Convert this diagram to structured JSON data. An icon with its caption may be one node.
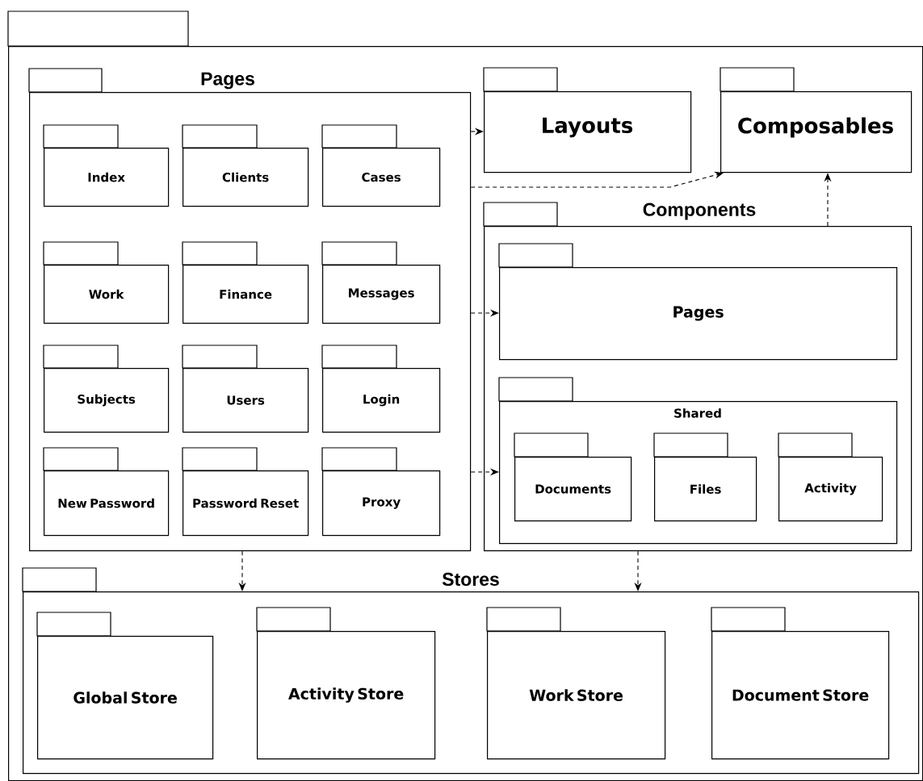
{
  "diagram": {
    "nodes": [
      {
        "text": [],
        "shape": "box"
      },
      {
        "text": [
          "Pages"
        ],
        "in": 0
      },
      {
        "text": [
          "Index"
        ],
        "in": 1
      },
      {
        "text": [
          "Clients"
        ],
        "in": 1
      },
      {
        "text": [
          "Cases"
        ],
        "in": 1
      },
      {
        "text": [
          "Work"
        ],
        "in": 1
      },
      {
        "text": [
          "Finance"
        ],
        "in": 1
      },
      {
        "text": [
          "Messages"
        ],
        "in": 1
      },
      {
        "text": [
          "Subjects"
        ],
        "in": 1
      },
      {
        "text": [
          "Users"
        ],
        "in": 1
      },
      {
        "text": [
          "Login"
        ],
        "in": 1
      },
      {
        "text": [
          "New Password"
        ],
        "in": 1
      },
      {
        "text": [
          "Password Reset"
        ],
        "in": 1
      },
      {
        "text": [
          "Proxy"
        ],
        "in": 1
      },
      {
        "text": [
          "Layouts"
        ],
        "in": 0
      },
      {
        "text": [
          "Composables"
        ],
        "in": 0
      },
      {
        "text": [
          "Components"
        ],
        "in": 0
      },
      {
        "text": [
          "Pages"
        ],
        "in": 16
      },
      {
        "text": [
          "Shared"
        ],
        "in": 16
      },
      {
        "text": [
          "Documents"
        ],
        "in": 18
      },
      {
        "text": [
          "Files"
        ],
        "in": 18
      },
      {
        "text": [
          "Activity"
        ],
        "in": 18
      },
      {
        "text": [
          "Stores"
        ],
        "in": 0
      },
      {
        "text": [
          "Global Store"
        ],
        "in": 22
      },
      {
        "text": [
          "Activity Store"
        ],
        "in": 22
      },
      {
        "text": [
          "Work Store"
        ],
        "in": 22
      },
      {
        "text": [
          "Document Store"
        ],
        "in": 22
      }
    ],
    "edges": [
      {
        "from": 1,
        "to": 14,
        "arrow": "to",
        "style": "dashed"
      },
      {
        "from": 1,
        "to": 15,
        "arrow": "to",
        "style": "dashed"
      },
      {
        "from": 1,
        "to": 17,
        "arrow": "to",
        "style": "dashed"
      },
      {
        "from": 1,
        "to": 18,
        "arrow": "to",
        "style": "dashed"
      },
      {
        "from": 16,
        "to": 15,
        "arrow": "to",
        "style": "dashed"
      },
      {
        "from": 1,
        "to": 22,
        "arrow": "to",
        "style": "dashed"
      },
      {
        "from": 16,
        "to": 22,
        "arrow": "to",
        "style": "dashed"
      }
    ]
  }
}
